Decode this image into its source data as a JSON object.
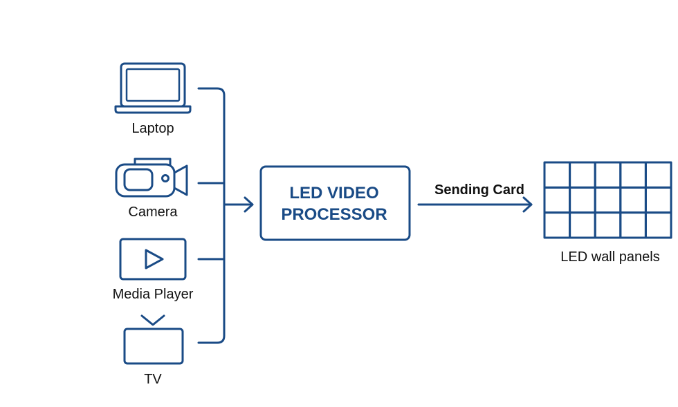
{
  "sources": [
    {
      "id": "laptop",
      "label": "Laptop",
      "icon": "laptop-icon"
    },
    {
      "id": "camera",
      "label": "Camera",
      "icon": "camera-icon"
    },
    {
      "id": "media-player",
      "label": "Media Player",
      "icon": "play-icon"
    },
    {
      "id": "tv",
      "label": "TV",
      "icon": "tv-icon"
    }
  ],
  "processor": {
    "line1": "LED VIDEO",
    "line2": "PROCESSOR"
  },
  "connection": {
    "label": "Sending Card"
  },
  "output": {
    "label": "LED wall panels",
    "icon": "led-panel-grid-icon",
    "grid_rows": 3,
    "grid_cols": 5
  },
  "colors": {
    "accent": "#1a4b86",
    "text": "#111111",
    "background": "#ffffff"
  }
}
